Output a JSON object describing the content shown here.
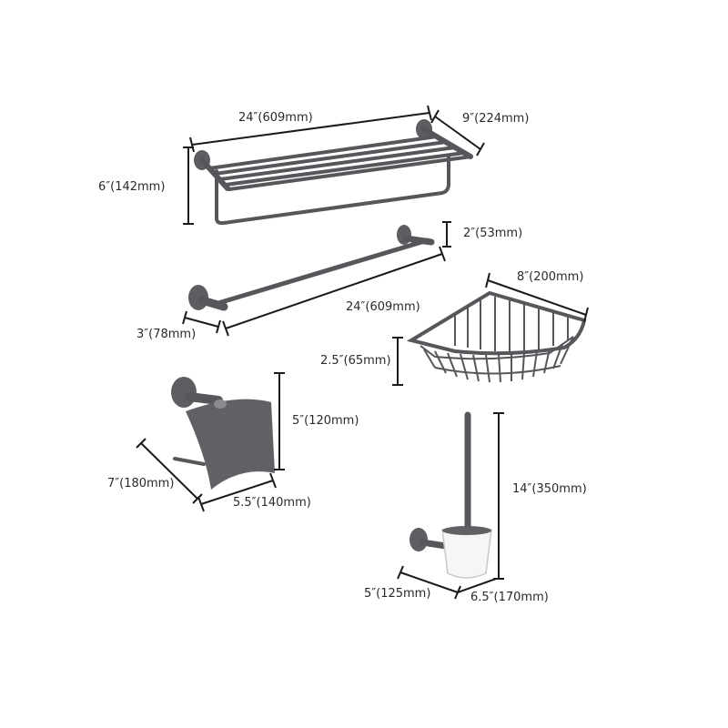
{
  "towel_rack": {
    "width": "24″(609mm)",
    "depth": "9″(224mm)",
    "height": "6″(142mm)"
  },
  "towel_bar": {
    "height": "2″(53mm)",
    "width": "24″(609mm)",
    "projection": "3″(78mm)"
  },
  "corner_basket": {
    "width": "8″(200mm)",
    "height": "2.5″(65mm)"
  },
  "paper_holder": {
    "height": "5″(120mm)",
    "depth": "7″(180mm)",
    "width": "5.5″(140mm)"
  },
  "toilet_brush": {
    "height": "14″(350mm)",
    "depth": "5″(125mm)",
    "width": "6.5″(170mm)"
  },
  "colors": {
    "metal": "#55575b",
    "dimension_line": "#1a1a1a",
    "text": "#2a2a2a",
    "background": "#ffffff"
  }
}
